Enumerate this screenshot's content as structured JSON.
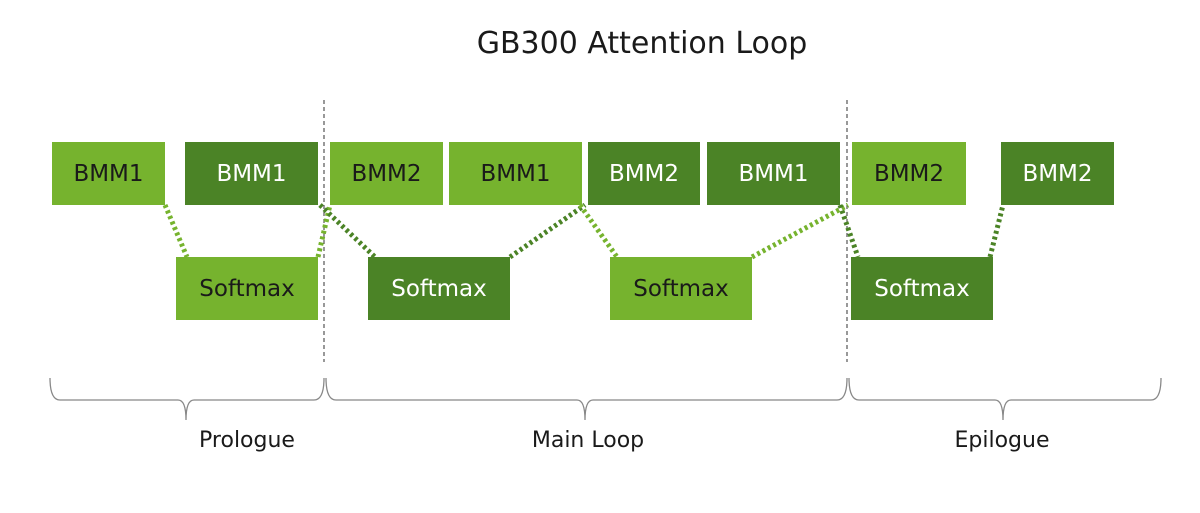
{
  "title": "GB300 Attention Loop",
  "colors": {
    "light": "#76b32e",
    "dark": "#4b8326"
  },
  "top_row": [
    {
      "label": "BMM1",
      "shade": "light"
    },
    {
      "label": "BMM1",
      "shade": "dark"
    },
    {
      "label": "BMM2",
      "shade": "light"
    },
    {
      "label": "BMM1",
      "shade": "light"
    },
    {
      "label": "BMM2",
      "shade": "dark"
    },
    {
      "label": "BMM1",
      "shade": "dark"
    },
    {
      "label": "BMM2",
      "shade": "light"
    },
    {
      "label": "BMM2",
      "shade": "dark"
    }
  ],
  "bottom_row": [
    {
      "label": "Softmax",
      "shade": "light"
    },
    {
      "label": "Softmax",
      "shade": "dark"
    },
    {
      "label": "Softmax",
      "shade": "light"
    },
    {
      "label": "Softmax",
      "shade": "dark"
    }
  ],
  "phases": [
    "Prologue",
    "Main Loop",
    "Epilogue"
  ]
}
